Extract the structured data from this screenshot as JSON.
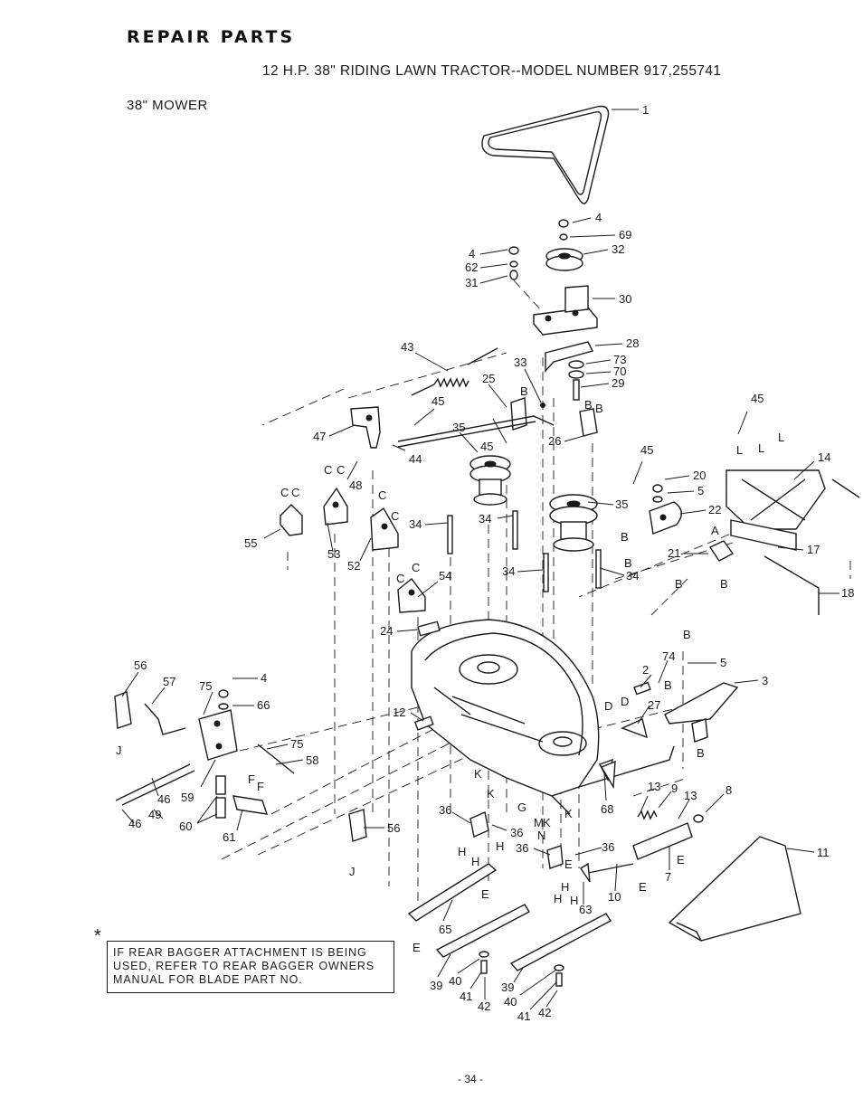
{
  "heading": "REPAIR PARTS",
  "subtitle": "12 H.P. 38\" RIDING LAWN TRACTOR--MODEL NUMBER 917,255741",
  "section_title": "38\" MOWER",
  "note": {
    "marker": "*",
    "lines": [
      "IF REAR BAGGER ATTACHMENT IS BEING",
      "USED, REFER TO REAR BAGGER OWNERS",
      "MANUAL FOR BLADE PART NO."
    ]
  },
  "page_number": "- 34 -",
  "callouts": {
    "c1": "1",
    "c4a": "4",
    "c69": "69",
    "c32": "32",
    "c4b": "4",
    "c62": "62",
    "c31": "31",
    "c30": "30",
    "c28": "28",
    "c73": "73",
    "c70": "70",
    "c29": "29",
    "c43": "43",
    "c33": "33",
    "c25": "25",
    "c45a": "45",
    "c26": "26",
    "c35a": "35",
    "c45b": "45",
    "c47": "47",
    "c44": "44",
    "c48": "48",
    "c45c": "45",
    "c45d": "45",
    "c14": "14",
    "c20": "20",
    "c5a": "5",
    "c35b": "35",
    "c22": "22",
    "c17": "17",
    "c21": "21",
    "c18": "18",
    "c55": "55",
    "c53": "53",
    "c52": "52",
    "c34a": "34",
    "c34b": "34",
    "c34c": "34",
    "c34d": "34",
    "c54": "54",
    "c24": "24",
    "c56a": "56",
    "c57": "57",
    "c75a": "75",
    "c4c": "4",
    "c66": "66",
    "c12": "12",
    "c74": "74",
    "c2": "2",
    "c5b": "5",
    "c3": "3",
    "c27": "27",
    "c75b": "75",
    "c58": "58",
    "c46a": "46",
    "c46b": "46",
    "c49": "49",
    "c59": "59",
    "c60": "60",
    "c61": "61",
    "c56b": "56",
    "c68": "68",
    "c13a": "13",
    "c9": "9",
    "c13b": "13",
    "c8": "8",
    "c11": "11",
    "c36a": "36",
    "c36b": "36",
    "c36c": "36",
    "c36d": "36",
    "c7": "7",
    "c10": "10",
    "c63": "63",
    "c65": "65",
    "c39a": "39",
    "c40a": "40",
    "c41a": "41",
    "c42a": "42",
    "c39b": "39",
    "c40b": "40",
    "c41b": "41",
    "c42b": "42"
  },
  "letters": {
    "B1": "B",
    "B2": "B",
    "B3": "B",
    "B4": "B",
    "B5": "B",
    "B6": "B",
    "B7": "B",
    "B8": "B",
    "B9": "B",
    "B10": "B",
    "C1": "C",
    "C2": "C",
    "C3": "C",
    "C4": "C",
    "C5": "C",
    "C6": "C",
    "C7": "C",
    "C8": "C",
    "L1": "L",
    "L2": "L",
    "L3": "L",
    "A1": "A",
    "D1": "D",
    "D2": "D",
    "F1": "F",
    "F2": "F",
    "J1": "J",
    "J2": "J",
    "K1": "K",
    "K2": "K",
    "K3": "K",
    "K4": "K",
    "G1": "G",
    "M1": "M",
    "N1": "N",
    "H1": "H",
    "H2": "H",
    "H3": "H",
    "H4": "H",
    "H5": "H",
    "H6": "H",
    "E1": "E",
    "E2": "E",
    "E3": "E",
    "E4": "E",
    "E5": "E"
  }
}
